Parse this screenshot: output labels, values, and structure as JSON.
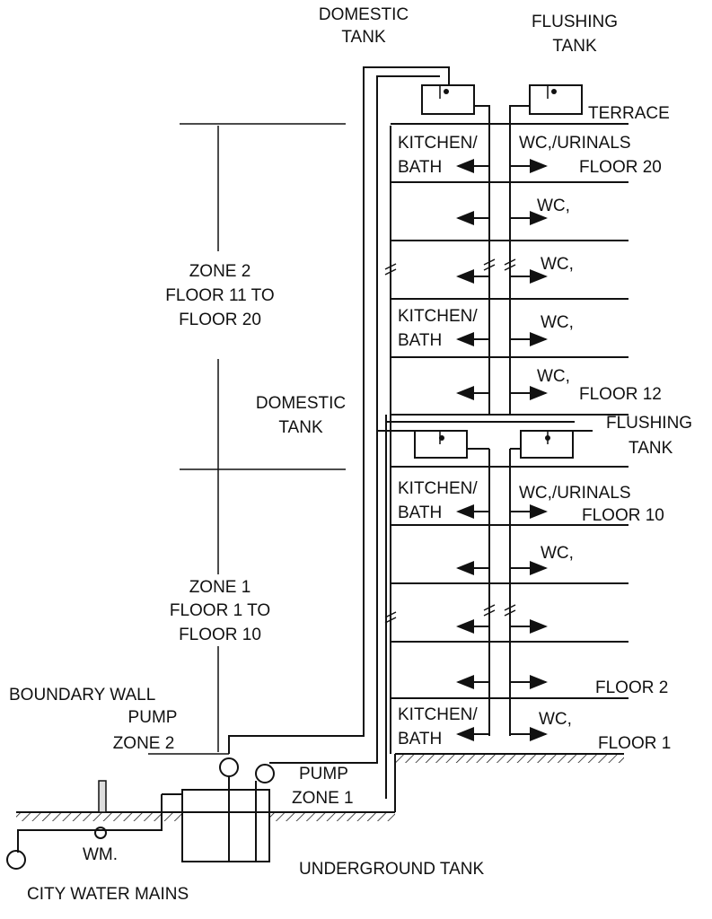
{
  "labels": {
    "domestic_tank_top": [
      "DOMESTIC",
      "TANK"
    ],
    "flushing_tank_top": [
      "FLUSHING",
      "TANK"
    ],
    "terrace": "TERRACE",
    "kitchen_bath": [
      "KITCHEN/",
      "BATH"
    ],
    "wc_urinals": "WC,/URINALS",
    "wc": "WC,",
    "floor_20": "FLOOR  20",
    "floor_12": "FLOOR  12",
    "floor_10": "FLOOR  10",
    "floor_2": "FLOOR  2",
    "floor_1": "FLOOR  1",
    "zone2": [
      "ZONE  2",
      "FLOOR  11 TO",
      "FLOOR  20"
    ],
    "zone1": [
      "ZONE  1",
      "FLOOR  1 TO",
      "FLOOR  10"
    ],
    "domestic_tank_mid": [
      "DOMESTIC",
      "TANK"
    ],
    "flushing_tank_mid": [
      "FLUSHING",
      "TANK"
    ],
    "boundary_wall": "BOUNDARY WALL",
    "pump_zone2": [
      "PUMP",
      "ZONE  2"
    ],
    "pump_zone1": [
      "PUMP",
      "ZONE  1"
    ],
    "wm": "WM.",
    "underground_tank": "UNDERGROUND TANK",
    "city_water_mains": "CITY WATER MAINS"
  }
}
